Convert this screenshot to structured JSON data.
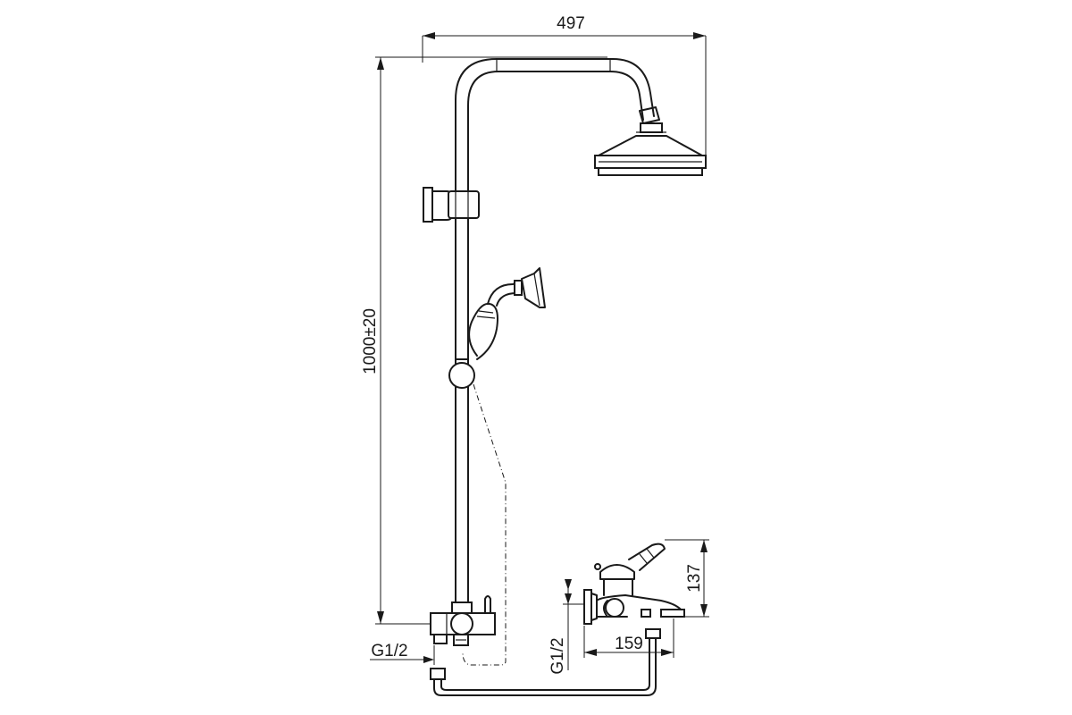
{
  "dimensions": {
    "overall_width": "497",
    "total_height": "1000±20",
    "mixer_height": "137",
    "mixer_depth": "159",
    "inlet_thread_left": "G1/2",
    "inlet_thread_right": "G1/2"
  }
}
